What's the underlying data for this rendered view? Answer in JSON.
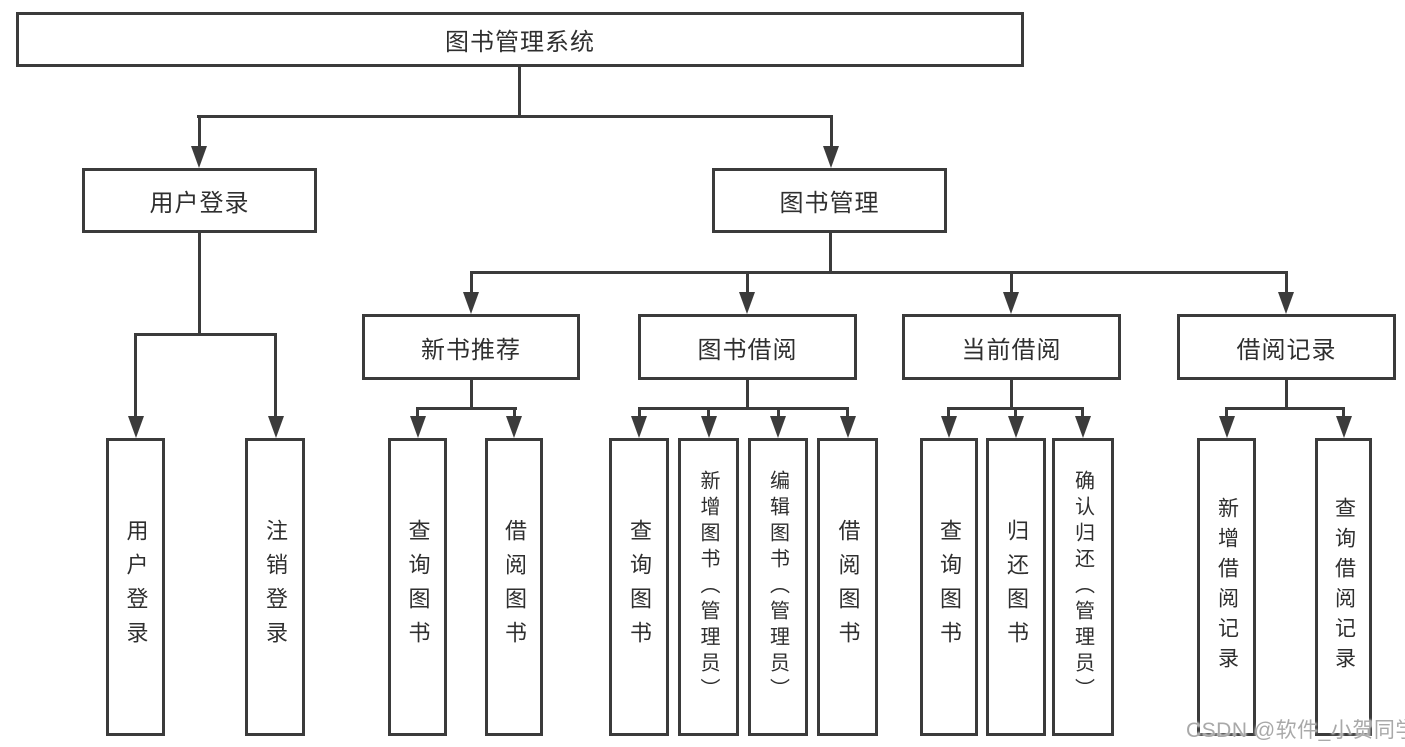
{
  "diagram": {
    "root": {
      "label": "图书管理系统"
    },
    "level2": [
      {
        "label": "用户登录"
      },
      {
        "label": "图书管理"
      }
    ],
    "level3": [
      {
        "label": "新书推荐"
      },
      {
        "label": "图书借阅"
      },
      {
        "label": "当前借阅"
      },
      {
        "label": "借阅记录"
      }
    ],
    "leaves": {
      "login": [
        {
          "label": "用户登录"
        },
        {
          "label": "注销登录"
        }
      ],
      "newbook": [
        {
          "label": "查询图书"
        },
        {
          "label": "借阅图书"
        }
      ],
      "borrow": [
        {
          "label": "查询图书"
        },
        {
          "label": "新增图书（管理员）"
        },
        {
          "label": "编辑图书（管理员）"
        },
        {
          "label": "借阅图书"
        }
      ],
      "current": [
        {
          "label": "查询图书"
        },
        {
          "label": "归还图书"
        },
        {
          "label": "确认归还（管理员）"
        }
      ],
      "records": [
        {
          "label": "新增借阅记录"
        },
        {
          "label": "查询借阅记录"
        }
      ]
    }
  },
  "watermark": {
    "text": "CSDN @软件_小贺同学"
  },
  "colors": {
    "line": "#3b3b3b",
    "text": "#2f2f2f",
    "background": "#ffffff",
    "watermark": "#a9a9a9"
  }
}
